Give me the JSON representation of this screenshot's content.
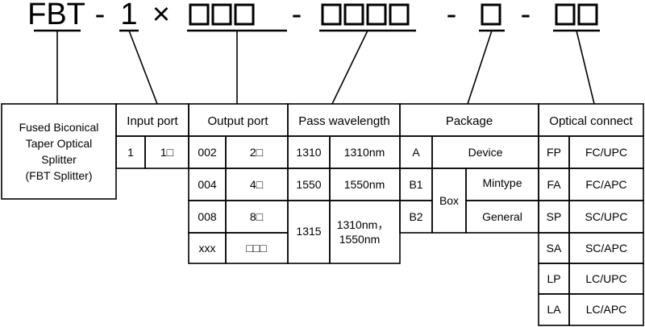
{
  "code": {
    "fbt": "FBT",
    "dash1": "-",
    "one": "1",
    "times": "×",
    "dash2": "-",
    "dash3": "-",
    "dash4": "-"
  },
  "left_header": {
    "line1": "Fused Biconical",
    "line2": "Taper Optical",
    "line3": "Splitter",
    "line4": "(FBT Splitter)"
  },
  "input_port": {
    "header": "Input port",
    "code": "1",
    "value": "1□"
  },
  "output_port": {
    "header": "Output port",
    "rows": [
      {
        "code": "002",
        "value": "2□"
      },
      {
        "code": "004",
        "value": "4□"
      },
      {
        "code": "008",
        "value": "8□"
      },
      {
        "code": "xxx",
        "value": "□□□"
      }
    ]
  },
  "pass_wavelength": {
    "header": "Pass wavelength",
    "rows": [
      {
        "code": "1310",
        "value": "1310nm"
      },
      {
        "code": "1550",
        "value": "1550nm"
      },
      {
        "code": "1315",
        "value_line1": "1310nm，",
        "value_line2": "1550nm"
      }
    ]
  },
  "package": {
    "header": "Package",
    "a_code": "A",
    "a_value": "Device",
    "b1_code": "B1",
    "b2_code": "B2",
    "box": "Box",
    "mintype": "Mintype",
    "general": "General"
  },
  "optical_connect": {
    "header": "Optical connect",
    "rows": [
      {
        "code": "FP",
        "value": "FC/UPC"
      },
      {
        "code": "FA",
        "value": "FC/APC"
      },
      {
        "code": "SP",
        "value": "SC/UPC"
      },
      {
        "code": "SA",
        "value": "SC/APC"
      },
      {
        "code": "LP",
        "value": "LC/UPC"
      },
      {
        "code": "LA",
        "value": "LC/APC"
      }
    ]
  }
}
